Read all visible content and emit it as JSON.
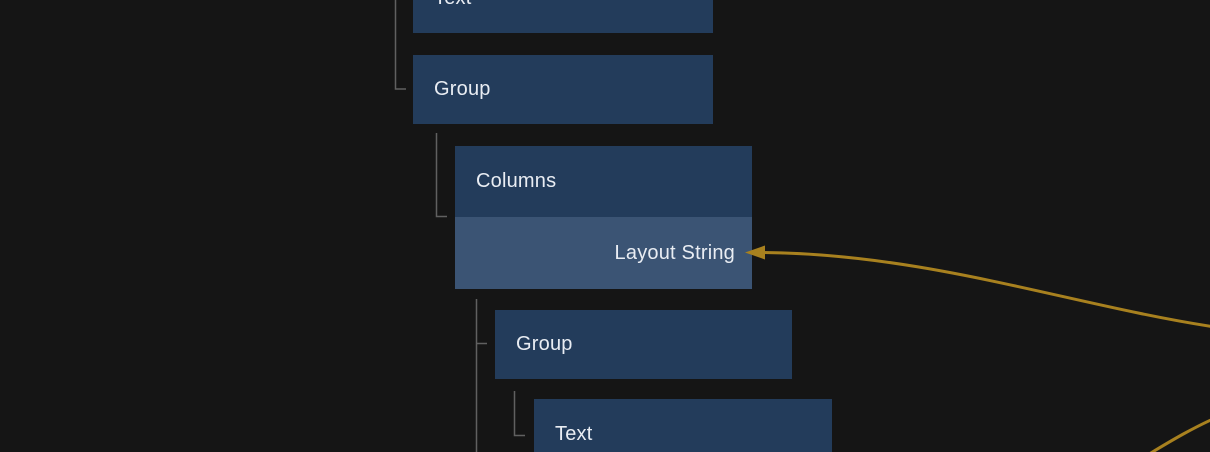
{
  "theme": {
    "background": "#151515",
    "node_fill": "#233c5b",
    "node_field_fill": "#3b5474",
    "node_text": "#e9edf3",
    "connector_line": "#606060",
    "wire": "#a8811f"
  },
  "tree": {
    "nodes": [
      {
        "label": "Text"
      },
      {
        "label": "Group"
      },
      {
        "label": "Columns",
        "field": {
          "label": "Layout String"
        }
      },
      {
        "label": "Group"
      },
      {
        "label": "Text"
      }
    ]
  }
}
